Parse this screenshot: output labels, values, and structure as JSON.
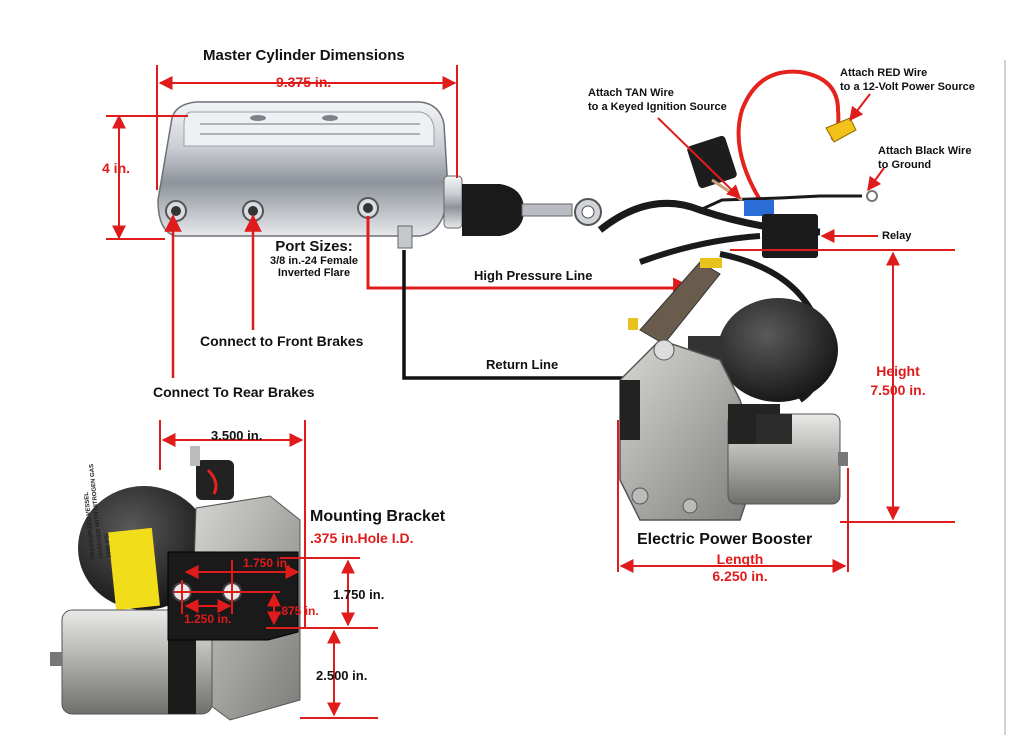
{
  "master_cylinder": {
    "title": "Master Cylinder Dimensions",
    "width": "9.375 in.",
    "height": "4 in.",
    "port_sizes_title": "Port Sizes:",
    "port_sizes_line1": "3/8 in.-24 Female",
    "port_sizes_line2": "Inverted Flare",
    "front_brakes": "Connect to Front Brakes",
    "rear_brakes": "Connect To Rear Brakes"
  },
  "lines": {
    "high_pressure": "High Pressure Line",
    "return": "Return Line"
  },
  "wiring": {
    "tan_line1": "Attach TAN Wire",
    "tan_line2": "to a Keyed Ignition Source",
    "red_line1": "Attach RED Wire",
    "red_line2": "to a 12-Volt Power Source",
    "black_line1": "Attach Black Wire",
    "black_line2": "to Ground",
    "relay": "Relay"
  },
  "booster": {
    "title": "Electric Power Booster",
    "height_label": "Height",
    "height_value": "7.500 in.",
    "length_label": "Length",
    "length_value": "6.250 in."
  },
  "bracket": {
    "top_width": "3.500 in.",
    "title": "Mounting Bracket",
    "hole": ".375 in.Hole I.D.",
    "dim_1750_inner": "1.750 in.",
    "dim_1750_outer": "1.750 in.",
    "dim_1250": "1.250 in.",
    "dim_875": ".875 in.",
    "dim_2500": "2.500 in.",
    "tank_label_line1": "PRESSURIZED VESSEL",
    "tank_label_line2": "CHARGED WITH NITROGEN GAS",
    "tank_label_line3": "1080 PSI"
  },
  "colors": {
    "dimension": "#e01b1b",
    "text": "#111111",
    "return_line": "#111111",
    "chrome": "#d8dbe0",
    "aluminum": "#b9b9b6",
    "rubber": "#222222",
    "accent_yellow": "#f2dd1a"
  }
}
